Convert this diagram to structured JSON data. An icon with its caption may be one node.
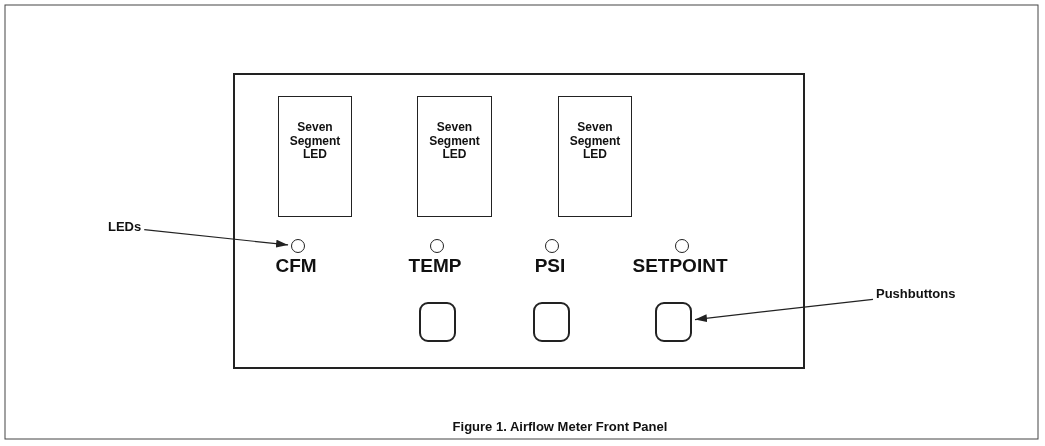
{
  "diagram": {
    "caption": "Figure 1.  Airflow Meter Front Panel",
    "nodes": [
      {
        "text": [],
        "shape": "box"
      },
      {
        "text": [
          "Seven Segment LED"
        ],
        "in": 0
      },
      {
        "text": [
          "Seven Segment LED"
        ],
        "in": 0
      },
      {
        "text": [
          "Seven Segment LED"
        ],
        "in": 0
      },
      {
        "text": [
          "LEDs"
        ]
      },
      {
        "text": [],
        "shape": "circle",
        "in": 0
      },
      {
        "text": [],
        "shape": "circle",
        "in": 0
      },
      {
        "text": [],
        "shape": "circle",
        "in": 0
      },
      {
        "text": [],
        "shape": "circle",
        "in": 0
      },
      {
        "text": [],
        "shape": "box",
        "in": 0
      },
      {
        "text": [],
        "shape": "box",
        "in": 0
      },
      {
        "text": [],
        "shape": "box",
        "in": 0
      },
      {
        "text": [
          "Pushbuttons"
        ]
      }
    ],
    "edges": [
      {
        "from": 4,
        "to": 5,
        "arrow": "to"
      },
      {
        "from": 12,
        "to": 11,
        "arrow": "to"
      }
    ],
    "labels": [
      "CFM",
      "TEMP",
      "PSI",
      "SETPOINT"
    ]
  }
}
